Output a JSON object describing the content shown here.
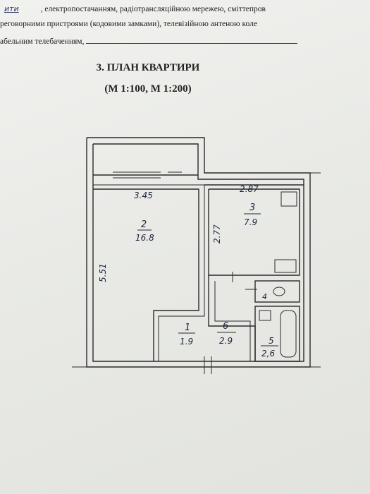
{
  "header": {
    "line1_hand": "ити",
    "line1_text": ", електропостачанням, радіотрансляційною мережею, сміттепров",
    "line2_text": "реговорними пристроями (кодовими замками), телевізійною антеною коле",
    "line3_text": "абельним телебаченням,"
  },
  "section": {
    "title": "3. ПЛАН КВАРТИРИ",
    "scale": "(М 1:100, М 1:200)"
  },
  "rooms": {
    "room2": {
      "num": "2",
      "area": "16.8"
    },
    "room3": {
      "num": "3",
      "area": "7.9"
    },
    "room1": {
      "num": "1",
      "area": "1.9"
    },
    "room6": {
      "num": "6",
      "area": "2.9"
    },
    "room5": {
      "num": "5",
      "area": "2,6"
    },
    "room4": {
      "num": "4"
    }
  },
  "dimensions": {
    "room2_width": "3.45",
    "room2_length": "5.51",
    "room3_width": "2.87",
    "room3_length": "2.77"
  }
}
